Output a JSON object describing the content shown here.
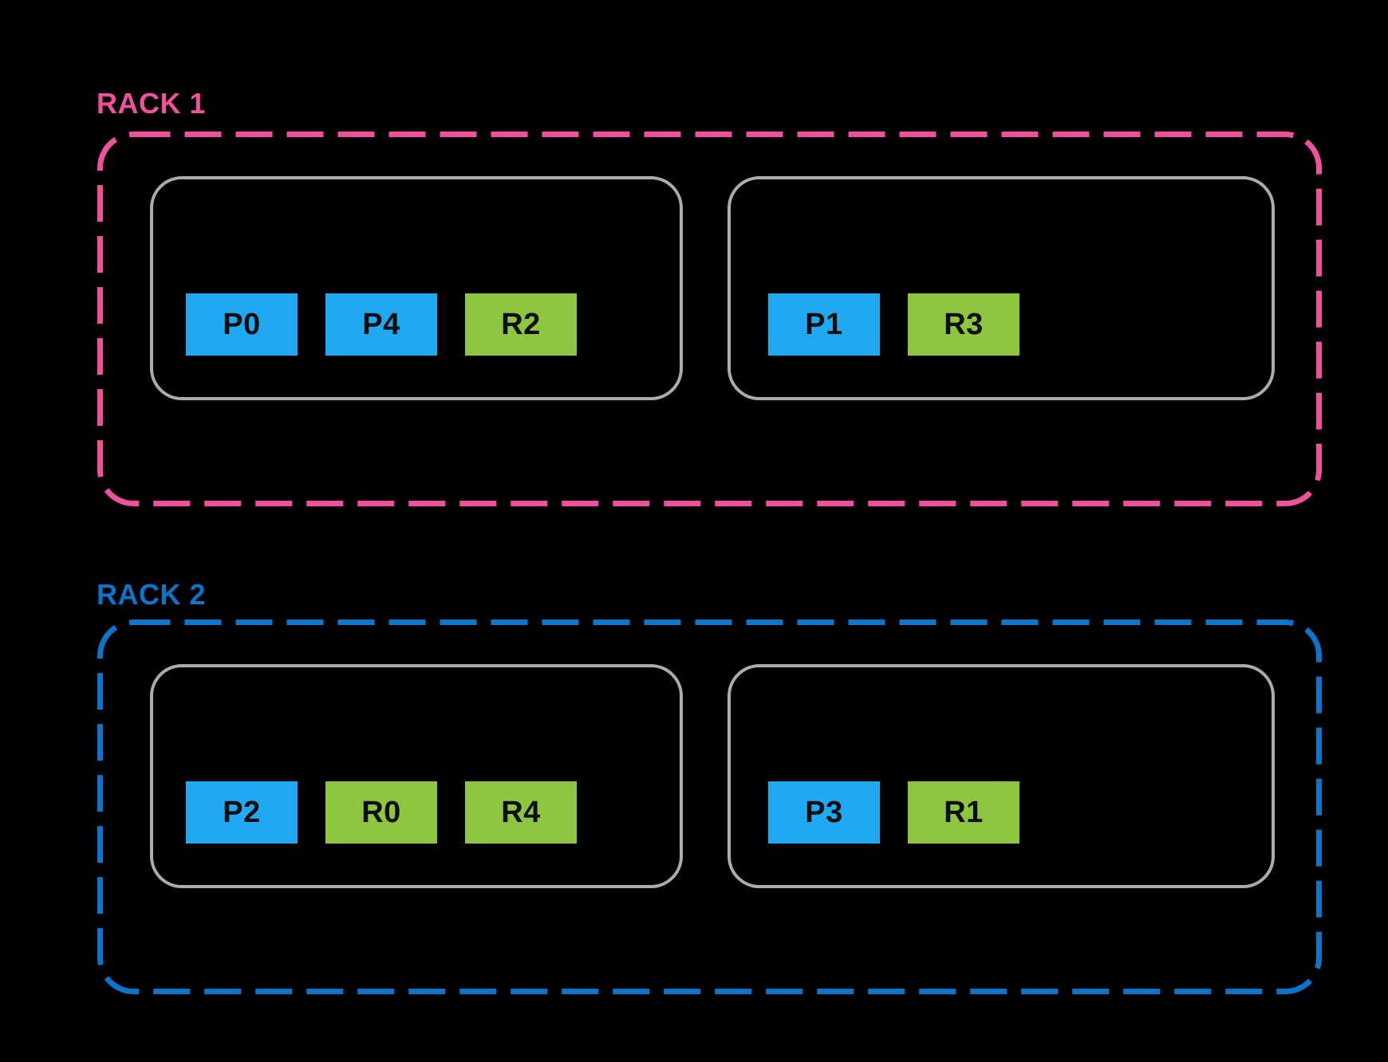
{
  "colors": {
    "background": "#000000",
    "host_border": "#ACACAC",
    "slot_blue": "#1FA9F2",
    "slot_green": "#8DC63F",
    "rack1_accent": "#F0519E",
    "rack2_accent": "#0C75C9"
  },
  "racks": [
    {
      "label": "RACK 1",
      "accent": "#F0519E",
      "hosts": [
        {
          "slots": [
            {
              "label": "P0",
              "color": "#1FA9F2"
            },
            {
              "label": "P4",
              "color": "#1FA9F2"
            },
            {
              "label": "R2",
              "color": "#8DC63F"
            }
          ]
        },
        {
          "slots": [
            {
              "label": "P1",
              "color": "#1FA9F2"
            },
            {
              "label": "R3",
              "color": "#8DC63F"
            }
          ]
        }
      ]
    },
    {
      "label": "RACK 2",
      "accent": "#0C75C9",
      "hosts": [
        {
          "slots": [
            {
              "label": "P2",
              "color": "#1FA9F2"
            },
            {
              "label": "R0",
              "color": "#8DC63F"
            },
            {
              "label": "R4",
              "color": "#8DC63F"
            }
          ]
        },
        {
          "slots": [
            {
              "label": "P3",
              "color": "#1FA9F2"
            },
            {
              "label": "R1",
              "color": "#8DC63F"
            }
          ]
        }
      ]
    }
  ]
}
